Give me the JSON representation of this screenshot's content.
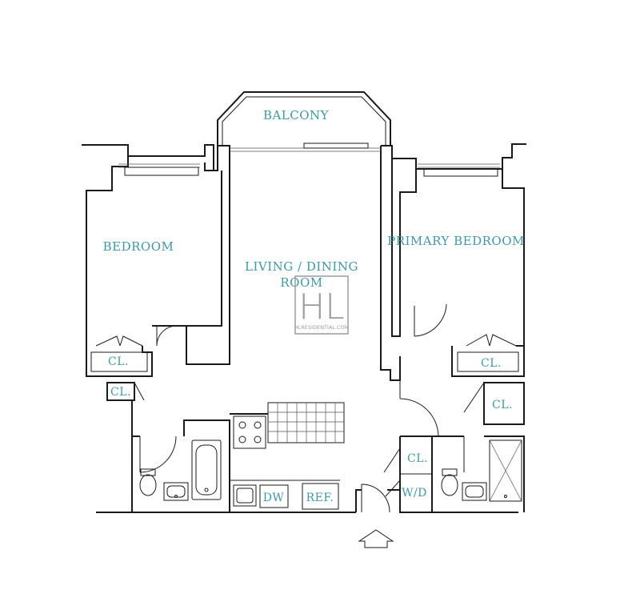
{
  "rooms": {
    "balcony": "BALCONY",
    "bedroom": "BEDROOM",
    "living_line1": "LIVING / DINING",
    "living_line2": "ROOM",
    "primary_bedroom": "PRIMARY BEDROOM",
    "closet_bedroom": "CL.",
    "closet_hall": "CL.",
    "closet_primary": "CL.",
    "closet_primary_2": "CL.",
    "closet_laundry": "CL.",
    "washer_dryer": "W/D",
    "dishwasher": "DW",
    "refrigerator": "REF."
  },
  "watermark": {
    "monogram": "HL",
    "site": "HLRESIDENTIAL.COM"
  },
  "colors": {
    "label": "#3a9aa6",
    "wall": "#1a1a1a"
  },
  "icons": {
    "entry": "entry-arrow-icon"
  }
}
